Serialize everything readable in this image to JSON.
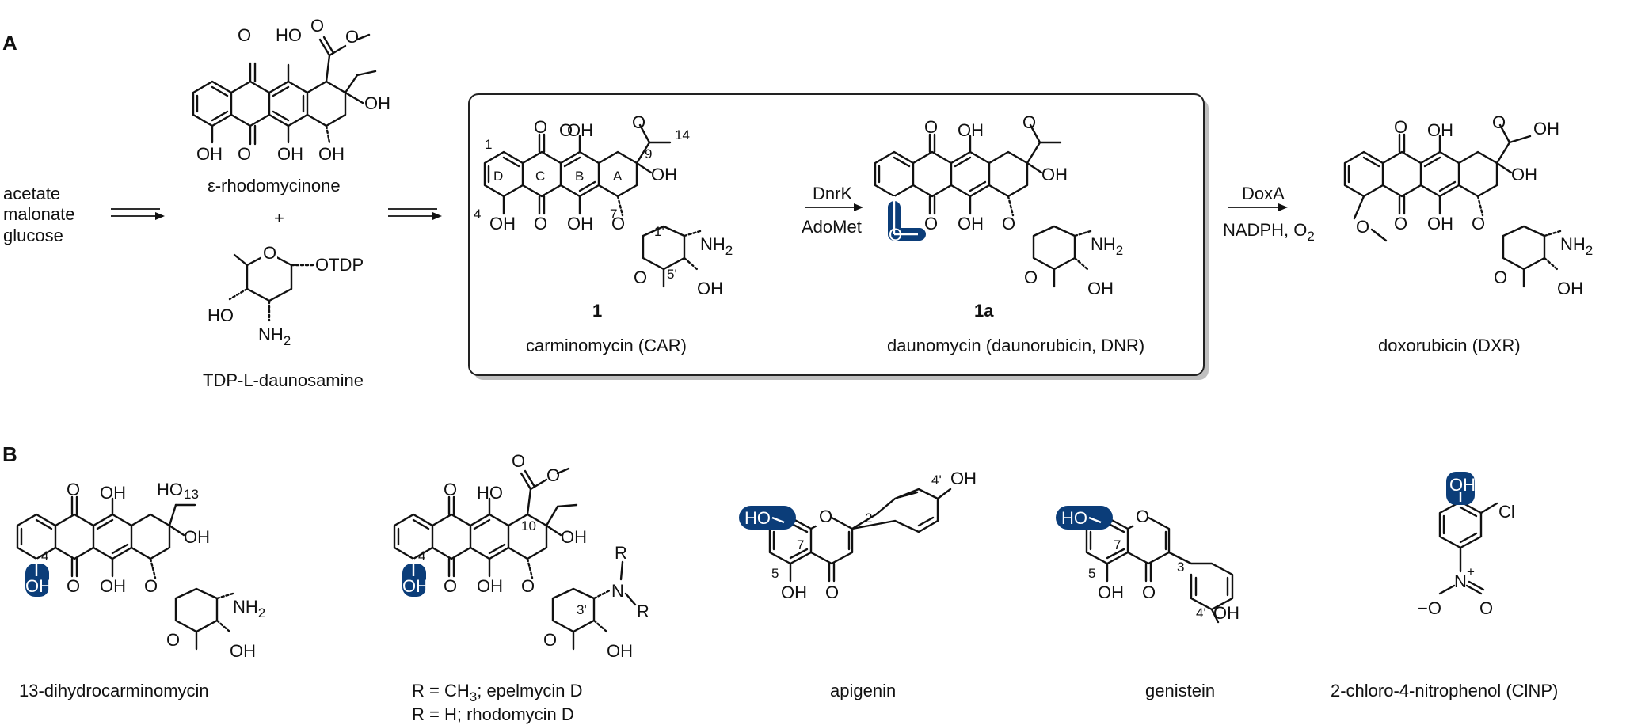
{
  "panel_a": {
    "label": "A",
    "precursors": [
      "acetate",
      "malonate",
      "glucose"
    ],
    "rhodomycinone": {
      "name": "ε-rhodomycinone"
    },
    "plus": "+",
    "sugar": {
      "name": "TDP-L-daunosamine",
      "otdp": "OTDP",
      "ho": "HO",
      "nh2": "NH",
      "nh2_sub": "2"
    },
    "box": {
      "car": {
        "number": "1",
        "name": "carminomycin (CAR)",
        "rings": [
          "D",
          "C",
          "B",
          "A"
        ],
        "positions": [
          "1",
          "4",
          "7",
          "9",
          "14",
          "1'",
          "5'"
        ]
      },
      "step1": {
        "enzyme": "DnrK",
        "cofactor": "AdoMet"
      },
      "dnr": {
        "number": "1a",
        "name": "daunomycin (daunorubicin, DNR)"
      }
    },
    "step2": {
      "enzyme": "DoxA",
      "cofactor": "NADPH, O",
      "cofactor_sub": "2"
    },
    "dxr": {
      "name": "doxorubicin (DXR)"
    },
    "atoms": {
      "o": "O",
      "oh": "OH",
      "ho": "HO",
      "nh2": "NH",
      "sub2": "2"
    }
  },
  "panel_b": {
    "label": "B",
    "compounds": [
      {
        "name": "13-dihydrocarminomycin",
        "positions": [
          "4",
          "13"
        ]
      },
      {
        "name_line1": "R = CH",
        "name_line1_sub": "3",
        "name_line1_rest": "; epelmycin D",
        "name_line2": "R = H; rhodomycin D",
        "positions": [
          "4",
          "10",
          "3'"
        ],
        "r": "R",
        "n": "N"
      },
      {
        "name": "apigenin",
        "positions": [
          "7",
          "2",
          "5",
          "4'"
        ]
      },
      {
        "name": "genistein",
        "positions": [
          "7",
          "3",
          "5",
          "4'"
        ]
      },
      {
        "name": "2-chloro-4-nitrophenol (ClNP)",
        "cl": "Cl",
        "n": "N",
        "plus": "+",
        "o_minus": "−O",
        "o": "O"
      }
    ]
  },
  "colors": {
    "highlight": "#0b3d79",
    "ink": "#111111",
    "box_stroke": "#222222",
    "box_shadow": "#bfbfbf"
  }
}
